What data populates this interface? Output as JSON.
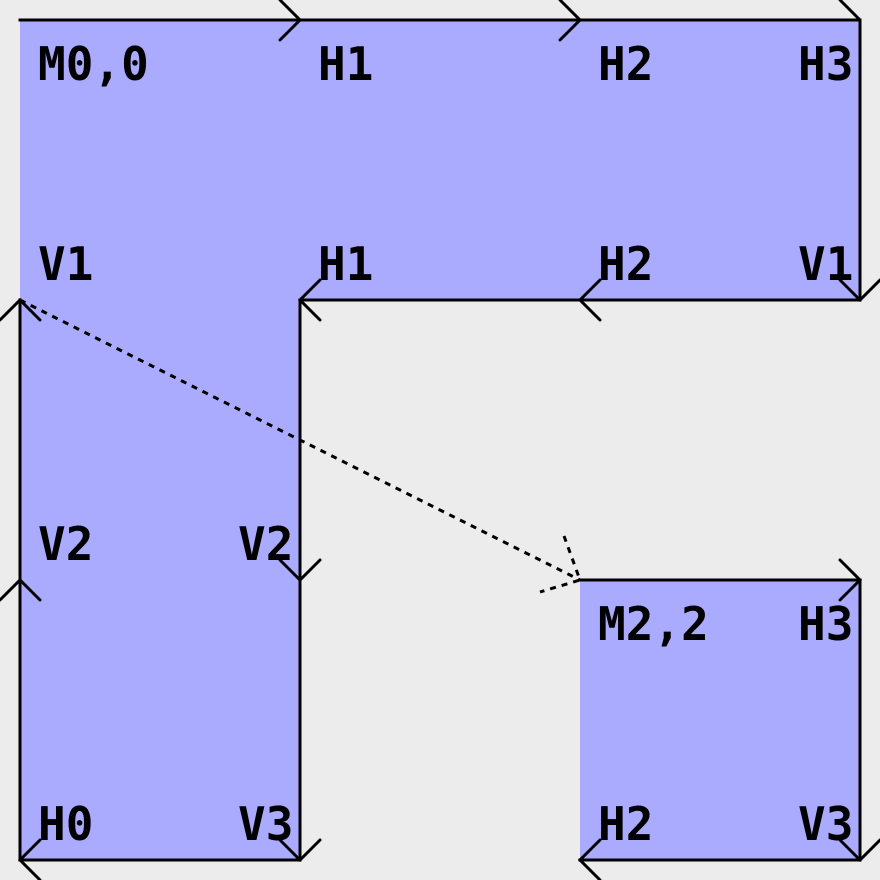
{
  "colors": {
    "background": "#ececec",
    "fill": "#aaaaff",
    "stroke": "#000000",
    "text": "#000000"
  },
  "labels": {
    "shape1": {
      "m": "M0,0",
      "h1_top": "H1",
      "h2_top": "H2",
      "h3_top": "H3",
      "v1_left": "V1",
      "h1_mid": "H1",
      "h2_mid": "H2",
      "v1_right": "V1",
      "v2_left": "V2",
      "v2_inner": "V2",
      "h0": "H0",
      "v3": "V3"
    },
    "shape2": {
      "m": "M2,2",
      "h3": "H3",
      "h2": "H2",
      "v3": "V3"
    }
  }
}
